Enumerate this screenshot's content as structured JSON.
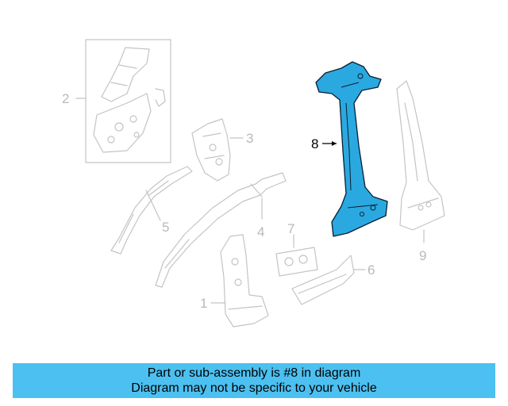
{
  "callouts": {
    "c1": "1",
    "c2": "2",
    "c3": "3",
    "c4": "4",
    "c5": "5",
    "c6": "6",
    "c7": "7",
    "c8": "8",
    "c9": "9"
  },
  "highlight_color": "#2aa9e0",
  "banner": {
    "line1": "Part or sub-assembly is #8 in diagram",
    "line2": "Diagram may not be specific to your vehicle",
    "color": "#4cc0f0"
  }
}
